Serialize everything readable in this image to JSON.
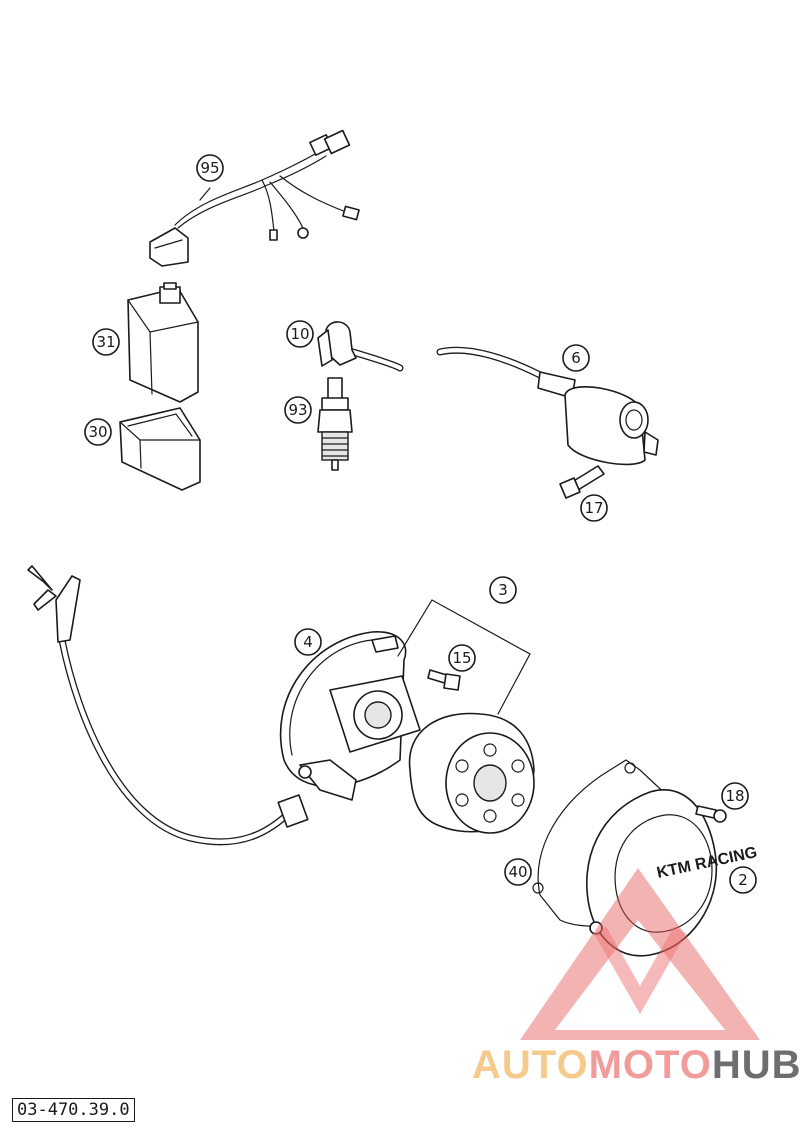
{
  "diagram": {
    "reference_code": "03-470.39.0",
    "callouts": [
      {
        "id": "95",
        "label": "95"
      },
      {
        "id": "31",
        "label": "31"
      },
      {
        "id": "30",
        "label": "30"
      },
      {
        "id": "10",
        "label": "10"
      },
      {
        "id": "93",
        "label": "93"
      },
      {
        "id": "6",
        "label": "6"
      },
      {
        "id": "17",
        "label": "17"
      },
      {
        "id": "3",
        "label": "3"
      },
      {
        "id": "4",
        "label": "4"
      },
      {
        "id": "15",
        "label": "15"
      },
      {
        "id": "18",
        "label": "18"
      },
      {
        "id": "40",
        "label": "40"
      },
      {
        "id": "2",
        "label": "2"
      }
    ],
    "cover_logo_text": "KTM RACING"
  },
  "watermark": {
    "parts": [
      "AUTO",
      "MOTO",
      "HUB"
    ],
    "colors": [
      "#f5c07a",
      "#f08a8a",
      "#555555"
    ],
    "triangle_color": "#e85c5c"
  }
}
